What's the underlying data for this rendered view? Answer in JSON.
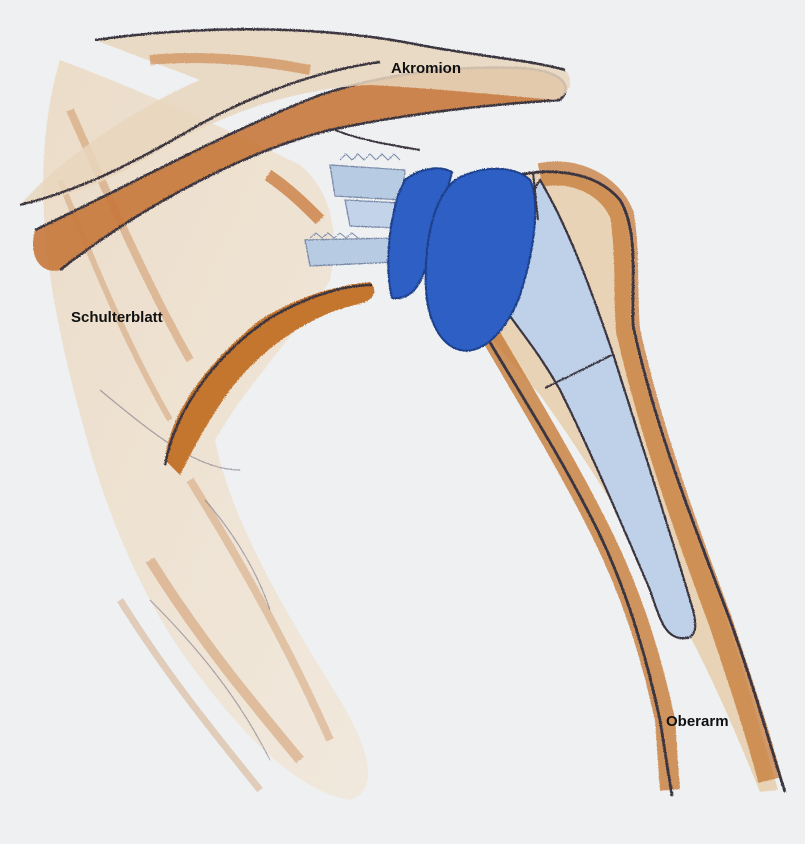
{
  "labels": {
    "akromion": "Akromion",
    "schulterblatt": "Schulterblatt",
    "oberarm": "Oberarm"
  },
  "colors": {
    "paper": "#eef0f1",
    "bone_brown": "#c06d2c",
    "bone_light": "#e7d6bf",
    "implant_dark_blue": "#2f5ec4",
    "implant_light_blue": "#b9cde6",
    "outline": "#3a3440"
  },
  "icons": {
    "cup": "glenoid-cup-icon",
    "head": "humeral-head-icon",
    "stem": "prosthesis-stem-icon"
  }
}
